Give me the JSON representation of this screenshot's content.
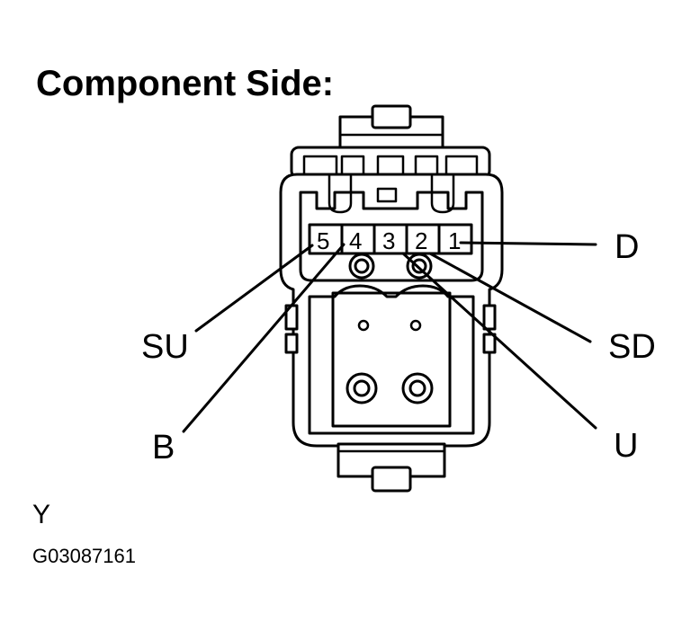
{
  "title": "Component Side:",
  "pins": [
    {
      "number": "5",
      "label": "SU"
    },
    {
      "number": "4",
      "label": "B"
    },
    {
      "number": "3",
      "label": "U"
    },
    {
      "number": "2",
      "label": "SD"
    },
    {
      "number": "1",
      "label": "D"
    }
  ],
  "view_mark": "Y",
  "figure_code": "G03087161"
}
